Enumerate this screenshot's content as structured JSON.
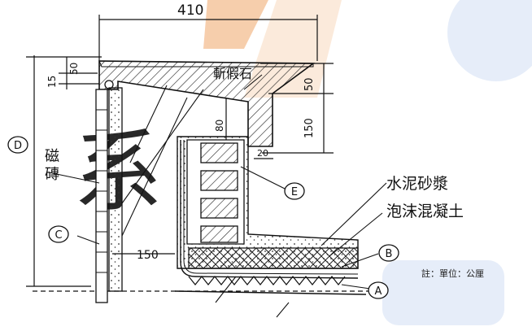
{
  "dimensions": {
    "top_width": "410",
    "left_small_a": "50",
    "left_small_b": "15",
    "right_upper": "50",
    "right_lower": "150",
    "vertical_80": "80",
    "ledge_20": "20",
    "floor_150": "150"
  },
  "labels": {
    "coping_stone": "斬假石",
    "tile_line1": "磁",
    "tile_line2": "磚",
    "cement_mortar": "水泥砂漿",
    "foam_concrete": "泡沫混凝土",
    "note": "註：單位：公厘"
  },
  "markers": {
    "A": "A",
    "B": "B",
    "C": "C",
    "D": "D",
    "E": "E"
  },
  "colors": {
    "ink": "#111111",
    "watermark_orange": "#f6c9a4",
    "watermark_blue": "#e3ebf8"
  }
}
